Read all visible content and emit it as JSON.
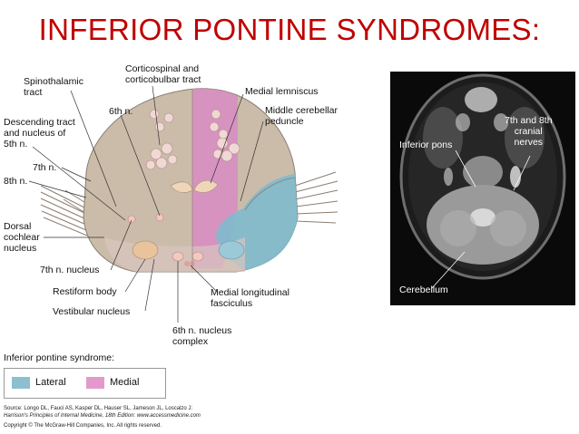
{
  "title": "INFERIOR PONTINE SYNDROMES:",
  "labels": {
    "spinothalamic": [
      "Spinothalamic",
      "tract"
    ],
    "corticospinal": [
      "Corticospinal and",
      "corticobulbar tract"
    ],
    "medial_lemniscus": "Medial lemniscus",
    "sixth_n": "6th n.",
    "descending_tract": [
      "Descending tract",
      "and nucleus of",
      "5th n."
    ],
    "middle_cerebellar": [
      "Middle cerebellar",
      "peduncle"
    ],
    "seventh_n": "7th n.",
    "eighth_n": "8th n.",
    "dorsal_cochlear": [
      "Dorsal",
      "cochlear",
      "nucleus"
    ],
    "seventh_nucleus": "7th n. nucleus",
    "restiform": "Restiform body",
    "vestibular": "Vestibular nucleus",
    "mlf": [
      "Medial longitudinal",
      "fasciculus"
    ],
    "sixth_nucleus": [
      "6th n. nucleus",
      "complex"
    ]
  },
  "mri": {
    "inferior_pons": "Inferior pons",
    "cranial_nerves": [
      "7th and 8th",
      "cranial",
      "nerves"
    ],
    "cerebellum": "Cerebellum"
  },
  "legend": {
    "title": "Inferior pontine syndrome:",
    "items": [
      {
        "label": "Lateral",
        "color": "#8dbfcf"
      },
      {
        "label": "Medial",
        "color": "#e39acb"
      }
    ]
  },
  "source": {
    "line1": "Source: Longo DL, Fauci AS, Kasper DL, Hauser SL, Jameson JL, Loscalzo J:",
    "line2": "Harrison's Principles of Internal Medicine, 18th Edition: www.accessmedicine.com",
    "line3": "Copyright © The McGraw-Hill Companies, Inc. All rights reserved."
  },
  "colors": {
    "title": "#c00000",
    "pons": "#c9b8a6",
    "lateral": "#7fbacd",
    "medial": "#d98cc4"
  }
}
